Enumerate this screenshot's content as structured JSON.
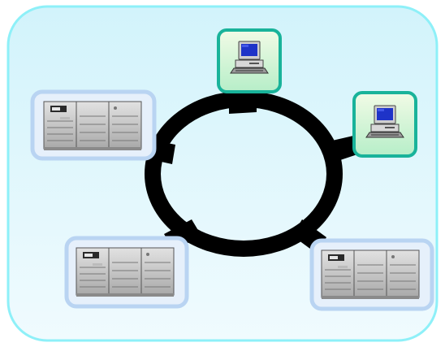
{
  "diagram": {
    "type": "ring-network",
    "colors": {
      "panel_fill_top": "#d2f3fb",
      "panel_fill_bottom": "#f0fbfe",
      "panel_border": "#8ef0f8",
      "ring": "#000000",
      "pc_tile_border": "#19b39a",
      "pc_tile_fill_top": "#f2fbe6",
      "pc_tile_fill_bottom": "#b6eec8",
      "server_tile_glow": "#b9d4f2",
      "server_body": "#c4c4c4",
      "monitor_screen": "#1e33c8"
    },
    "nodes": [
      {
        "id": "pc-top",
        "kind": "workstation",
        "icon": "desktop-computer-icon"
      },
      {
        "id": "pc-right",
        "kind": "workstation",
        "icon": "desktop-computer-icon"
      },
      {
        "id": "server-top-left",
        "kind": "server",
        "icon": "server-rack-icon"
      },
      {
        "id": "server-bottom-left",
        "kind": "server",
        "icon": "server-rack-icon"
      },
      {
        "id": "server-bottom-right",
        "kind": "server",
        "icon": "server-rack-icon"
      }
    ]
  }
}
